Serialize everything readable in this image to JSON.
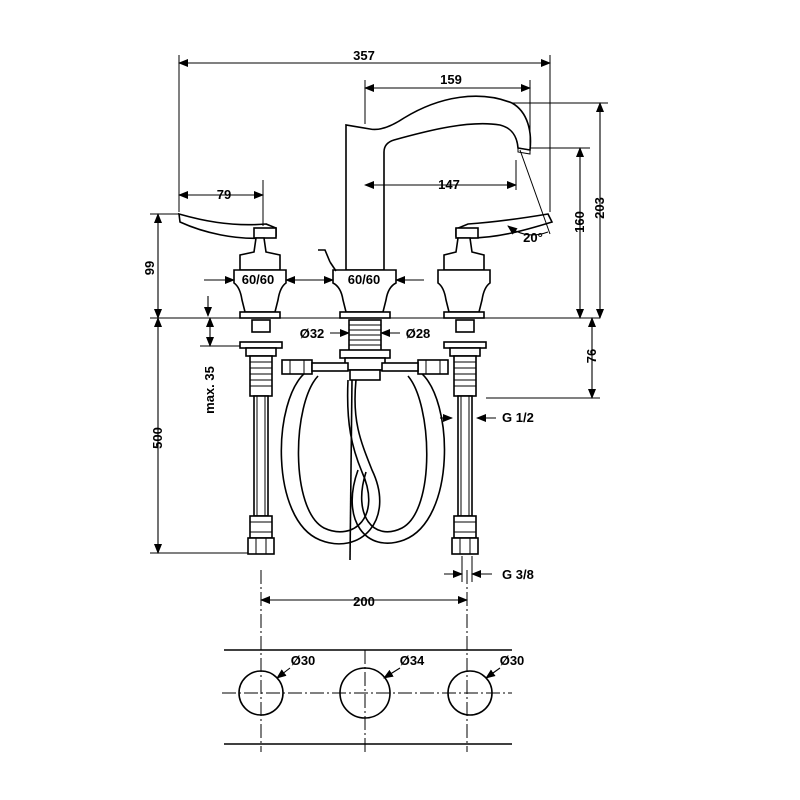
{
  "drawing": {
    "dimensions": {
      "overall_width": "357",
      "spout_reach": "159",
      "spout_inner_reach": "147",
      "lever_length": "79",
      "handle_height": "99",
      "handle_base_left": "60/60",
      "spout_base": "60/60",
      "spout_height": "160",
      "total_height": "203",
      "spray_angle": "20°",
      "thread_dia_outer": "Ø32",
      "thread_dia_inner": "Ø28",
      "counter_thickness": "76",
      "max_deck": "max. 35",
      "hose_length": "500",
      "connection_upper": "G 1/2",
      "connection_lower": "G 3/8",
      "hole_spacing": "200"
    },
    "holes": [
      "Ø30",
      "Ø34",
      "Ø30"
    ]
  }
}
